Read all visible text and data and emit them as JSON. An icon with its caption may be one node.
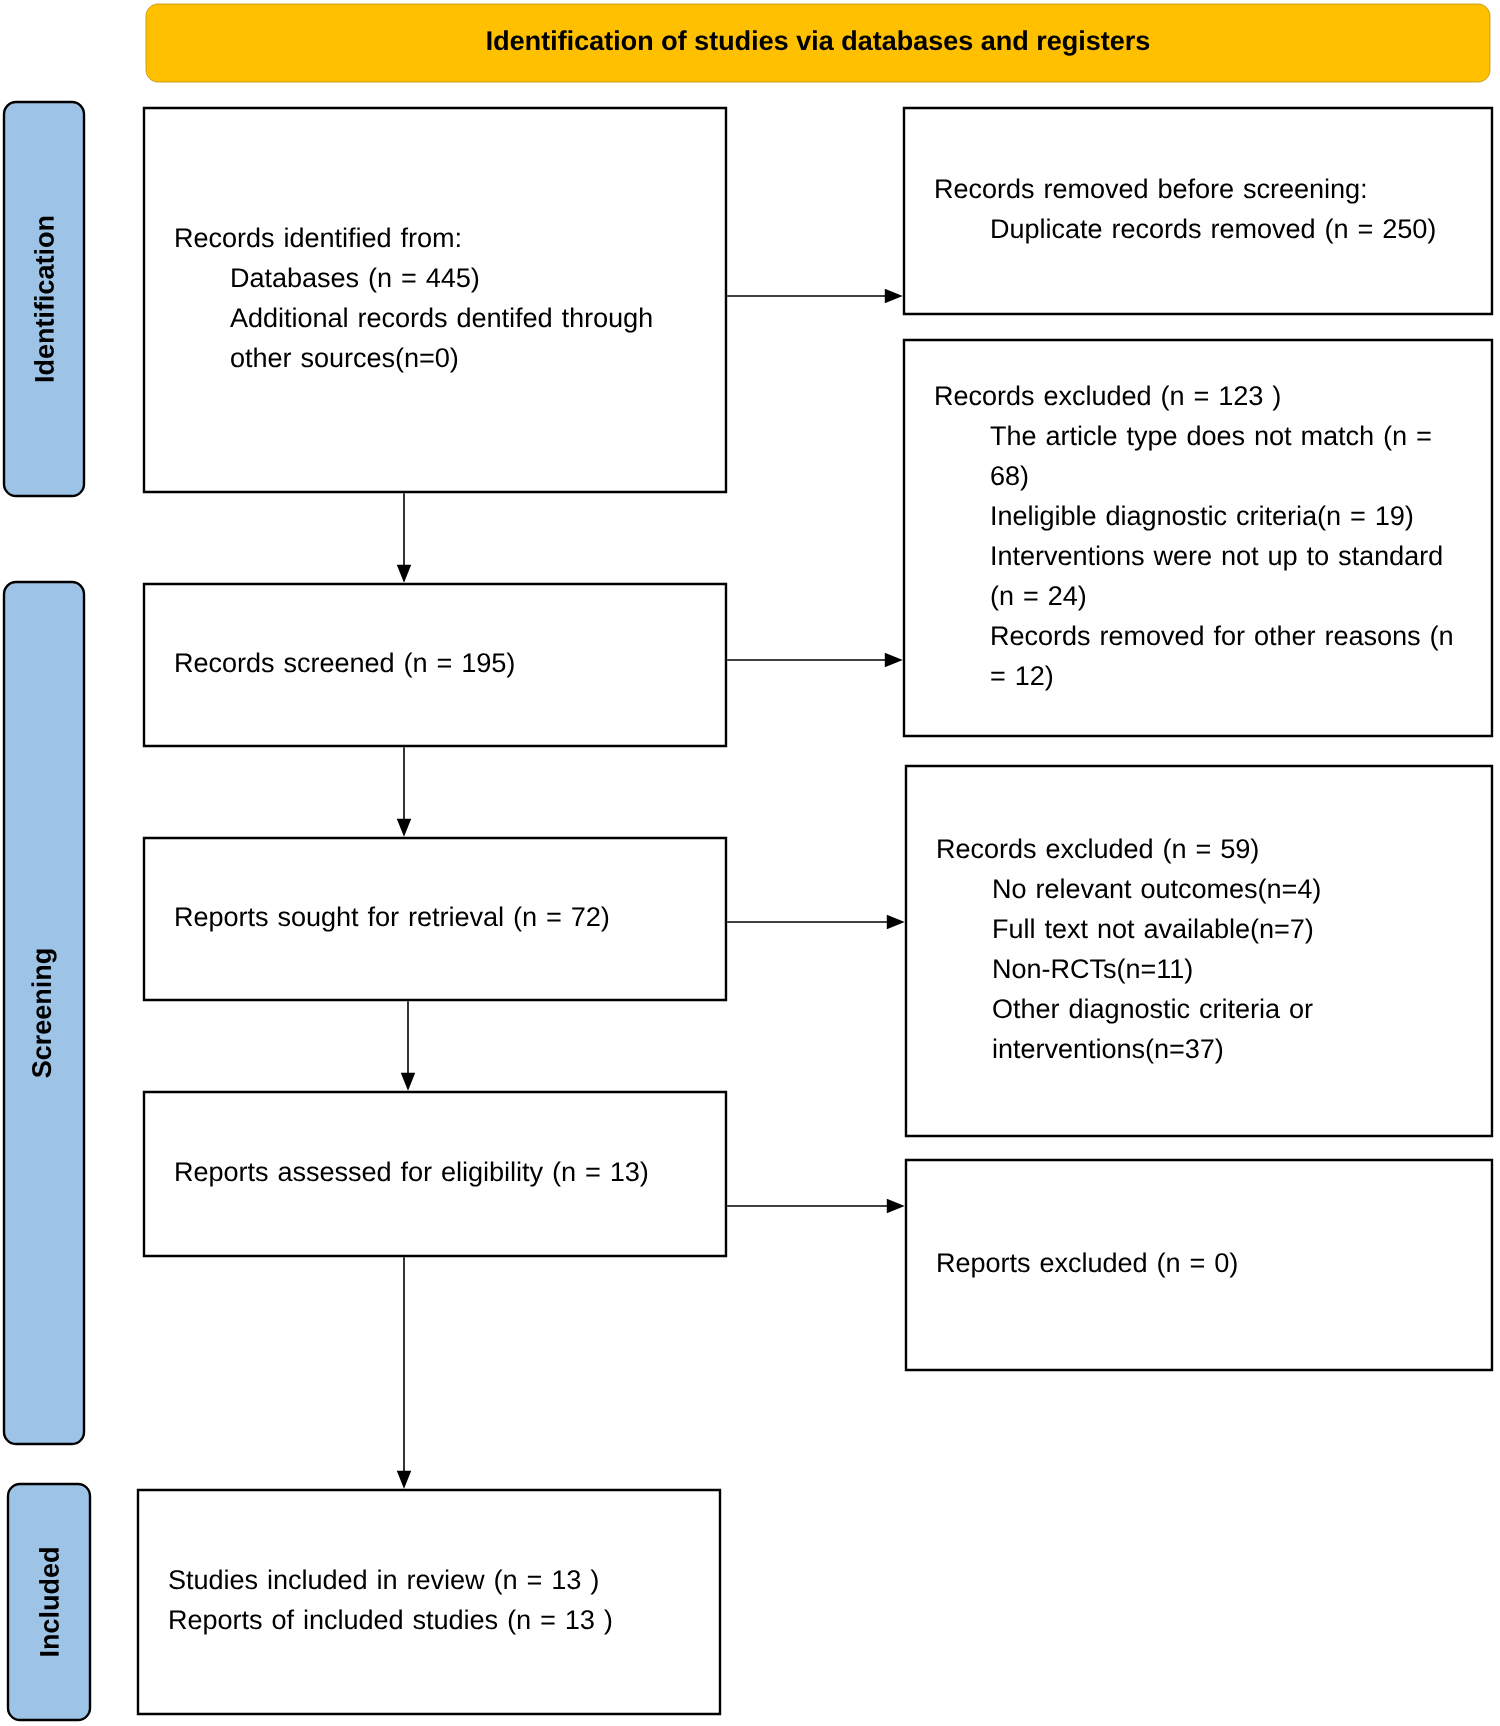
{
  "diagram": {
    "nodes": [
      {
        "text": [
          "Identification of studies via databases and registers"
        ]
      },
      {
        "text": [
          "Identification"
        ]
      },
      {
        "text": [
          "Screening"
        ]
      },
      {
        "text": [
          "Included"
        ]
      },
      {
        "text": [
          "Records identified from:",
          "Databases (n = 445)",
          "Additional records dentifed through other sources(n=0)"
        ]
      },
      {
        "text": [
          "Records removed before screening:",
          "Duplicate records removed (n = 250)"
        ]
      },
      {
        "text": [
          "Records screened (n = 195)"
        ]
      },
      {
        "text": [
          "Records excluded (n = 123 )",
          "The article type does not match (n = 68)",
          "Ineligible diagnostic criteria(n = 19)",
          "Interventions were not up to standard (n = 24)",
          "Records removed for other reasons (n = 12)"
        ]
      },
      {
        "text": [
          "Reports sought for retrieval (n = 72)"
        ]
      },
      {
        "text": [
          "Records excluded (n = 59)",
          "No relevant outcomes(n=4)",
          "Full text not available(n=7)",
          "Non-RCTs(n=11)",
          "Other diagnostic criteria or interventions(n=37)"
        ]
      },
      {
        "text": [
          "Reports assessed for eligibility (n = 13)"
        ]
      },
      {
        "text": [
          "Reports excluded (n = 0)"
        ]
      },
      {
        "text": [
          "Studies included in review (n = 13 )",
          "Reports of included studies (n = 13 )"
        ]
      }
    ],
    "edges": [
      {
        "from": 4,
        "to": 5,
        "arrow": "to"
      },
      {
        "from": 4,
        "to": 6,
        "arrow": "to"
      },
      {
        "from": 6,
        "to": 7,
        "arrow": "to"
      },
      {
        "from": 6,
        "to": 8,
        "arrow": "to"
      },
      {
        "from": 8,
        "to": 9,
        "arrow": "to"
      },
      {
        "from": 8,
        "to": 10,
        "arrow": "to"
      },
      {
        "from": 10,
        "to": 11,
        "arrow": "to"
      },
      {
        "from": 10,
        "to": 12,
        "arrow": "to"
      }
    ]
  }
}
